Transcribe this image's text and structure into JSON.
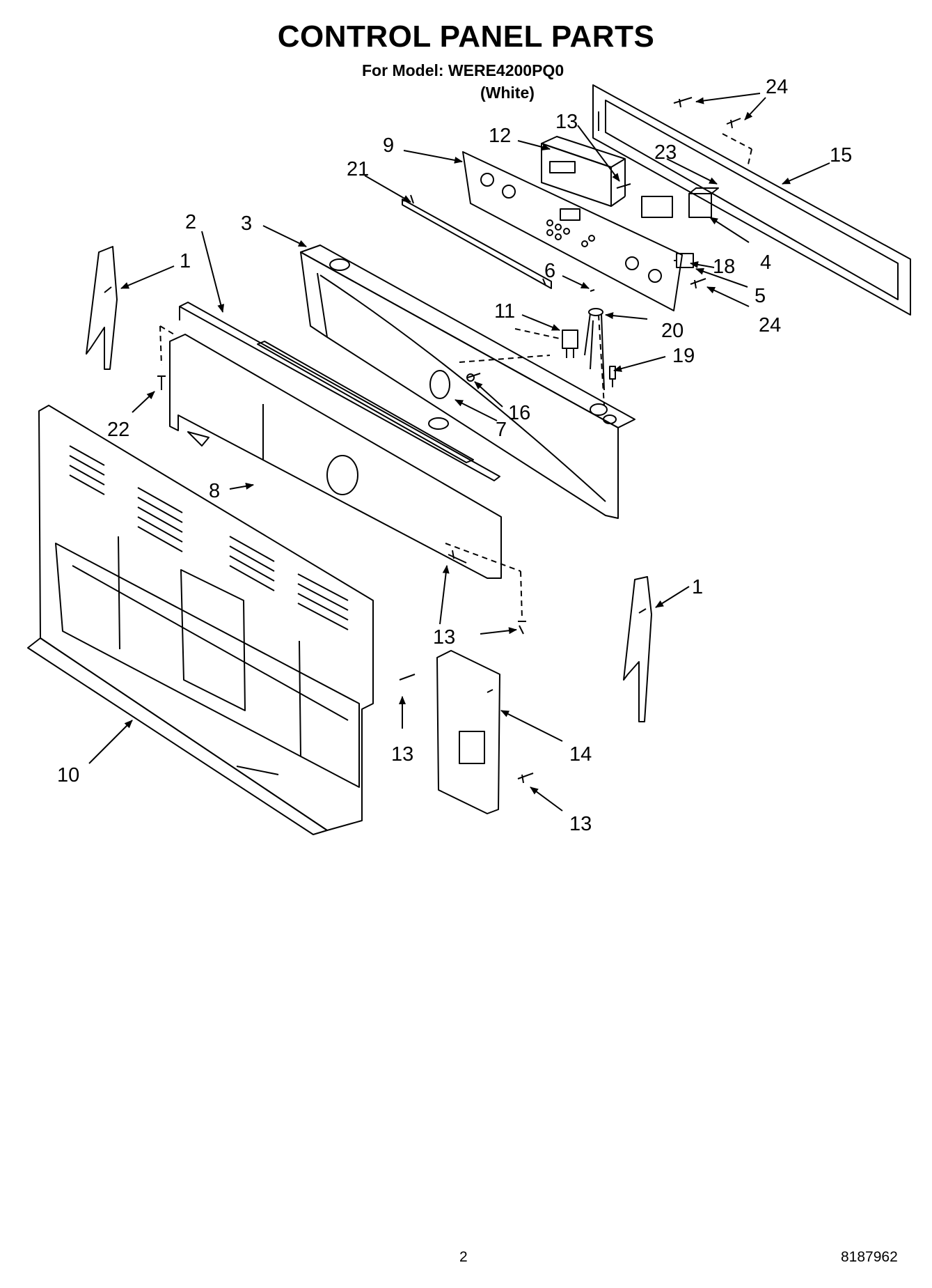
{
  "header": {
    "title": "CONTROL PANEL PARTS",
    "model_line": "For Model: WERE4200PQ0",
    "variant": "(White)"
  },
  "footer": {
    "page_number": "2",
    "document_number": "8187962"
  },
  "callouts": [
    {
      "id": "c24a",
      "text": "24"
    },
    {
      "id": "c13a",
      "text": "13"
    },
    {
      "id": "c12",
      "text": "12"
    },
    {
      "id": "c9",
      "text": "9"
    },
    {
      "id": "c23",
      "text": "23"
    },
    {
      "id": "c15",
      "text": "15"
    },
    {
      "id": "c21",
      "text": "21"
    },
    {
      "id": "c2",
      "text": "2"
    },
    {
      "id": "c3",
      "text": "3"
    },
    {
      "id": "c1a",
      "text": "1"
    },
    {
      "id": "c6",
      "text": "6"
    },
    {
      "id": "c18",
      "text": "18"
    },
    {
      "id": "c4",
      "text": "4"
    },
    {
      "id": "c5",
      "text": "5"
    },
    {
      "id": "c24b",
      "text": "24"
    },
    {
      "id": "c11",
      "text": "11"
    },
    {
      "id": "c20",
      "text": "20"
    },
    {
      "id": "c19",
      "text": "19"
    },
    {
      "id": "c16",
      "text": "16"
    },
    {
      "id": "c7",
      "text": "7"
    },
    {
      "id": "c22",
      "text": "22"
    },
    {
      "id": "c8",
      "text": "8"
    },
    {
      "id": "c1b",
      "text": "1"
    },
    {
      "id": "c13b",
      "text": "13"
    },
    {
      "id": "c13c",
      "text": "13"
    },
    {
      "id": "c14",
      "text": "14"
    },
    {
      "id": "c10",
      "text": "10"
    },
    {
      "id": "c13d",
      "text": "13"
    }
  ]
}
